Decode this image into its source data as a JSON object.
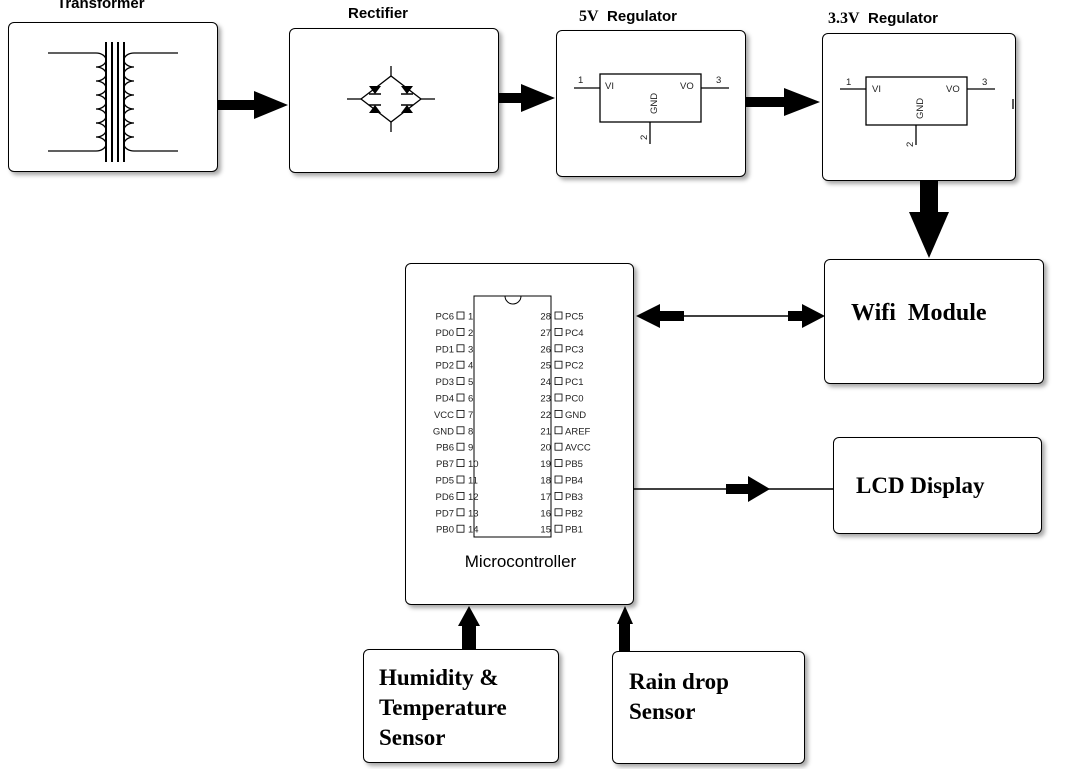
{
  "blocks": {
    "transformer": {
      "title": "Transformer"
    },
    "rectifier": {
      "title": "Rectifier"
    },
    "reg5": {
      "title": "5V Regulator",
      "title_num": "5V",
      "title_word": "Regulator",
      "pin_in": "VI",
      "pin_out": "VO",
      "pin_gnd": "GND",
      "pin1": "1",
      "pin2": "2",
      "pin3": "3"
    },
    "reg33": {
      "title_num": "3.3V",
      "title_word": "Regulator",
      "pin_in": "VI",
      "pin_out": "VO",
      "pin_gnd": "GND",
      "pin1": "1",
      "pin2": "2",
      "pin3": "3"
    },
    "wifi": {
      "label": "Wifi  Module"
    },
    "lcd": {
      "label": "LCD Display"
    },
    "mcu": {
      "label": "Microcontroller",
      "left_pins": [
        {
          "name": "PC6",
          "num": "1"
        },
        {
          "name": "PD0",
          "num": "2"
        },
        {
          "name": "PD1",
          "num": "3"
        },
        {
          "name": "PD2",
          "num": "4"
        },
        {
          "name": "PD3",
          "num": "5"
        },
        {
          "name": "PD4",
          "num": "6"
        },
        {
          "name": "VCC",
          "num": "7"
        },
        {
          "name": "GND",
          "num": "8"
        },
        {
          "name": "PB6",
          "num": "9"
        },
        {
          "name": "PB7",
          "num": "10"
        },
        {
          "name": "PD5",
          "num": "11"
        },
        {
          "name": "PD6",
          "num": "12"
        },
        {
          "name": "PD7",
          "num": "13"
        },
        {
          "name": "PB0",
          "num": "14"
        }
      ],
      "right_pins": [
        {
          "name": "PC5",
          "num": "28"
        },
        {
          "name": "PC4",
          "num": "27"
        },
        {
          "name": "PC3",
          "num": "26"
        },
        {
          "name": "PC2",
          "num": "25"
        },
        {
          "name": "PC1",
          "num": "24"
        },
        {
          "name": "PC0",
          "num": "23"
        },
        {
          "name": "GND",
          "num": "22"
        },
        {
          "name": "AREF",
          "num": "21"
        },
        {
          "name": "AVCC",
          "num": "20"
        },
        {
          "name": "PB5",
          "num": "19"
        },
        {
          "name": "PB4",
          "num": "18"
        },
        {
          "name": "PB3",
          "num": "17"
        },
        {
          "name": "PB2",
          "num": "16"
        },
        {
          "name": "PB1",
          "num": "15"
        }
      ]
    },
    "humidity": {
      "line1": "Humidity &",
      "line2": "Temperature",
      "line3": "Sensor"
    },
    "rain": {
      "line1": "Rain drop",
      "line2": "Sensor"
    }
  }
}
